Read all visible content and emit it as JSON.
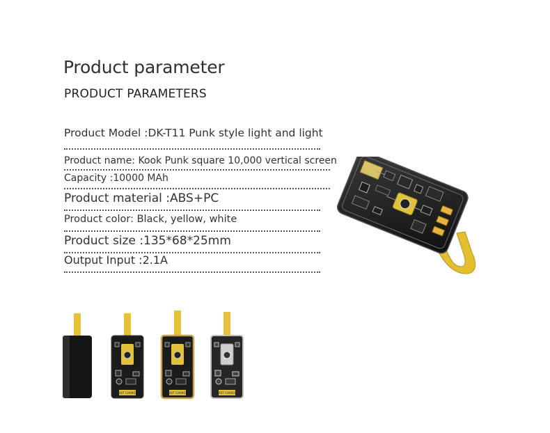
{
  "header": {
    "title": "Product parameter",
    "subtitle": "PRODUCT PARAMETERS"
  },
  "specs": [
    "Product Model :DK-T11 Punk style light and light",
    "Product name: Kook Punk square 10,000 vertical screen",
    "Capacity :10000 MAh",
    "Product material :ABS+PC",
    "Product color: Black, yellow, white",
    "Product size :135*68*25mm",
    "Output Input :2.1A"
  ],
  "product_label": "FAST CHARGE",
  "colors": {
    "accent_yellow": "#e8c43a",
    "body_dark": "#1c1c1c",
    "gold_frame": "#c9a24a"
  }
}
